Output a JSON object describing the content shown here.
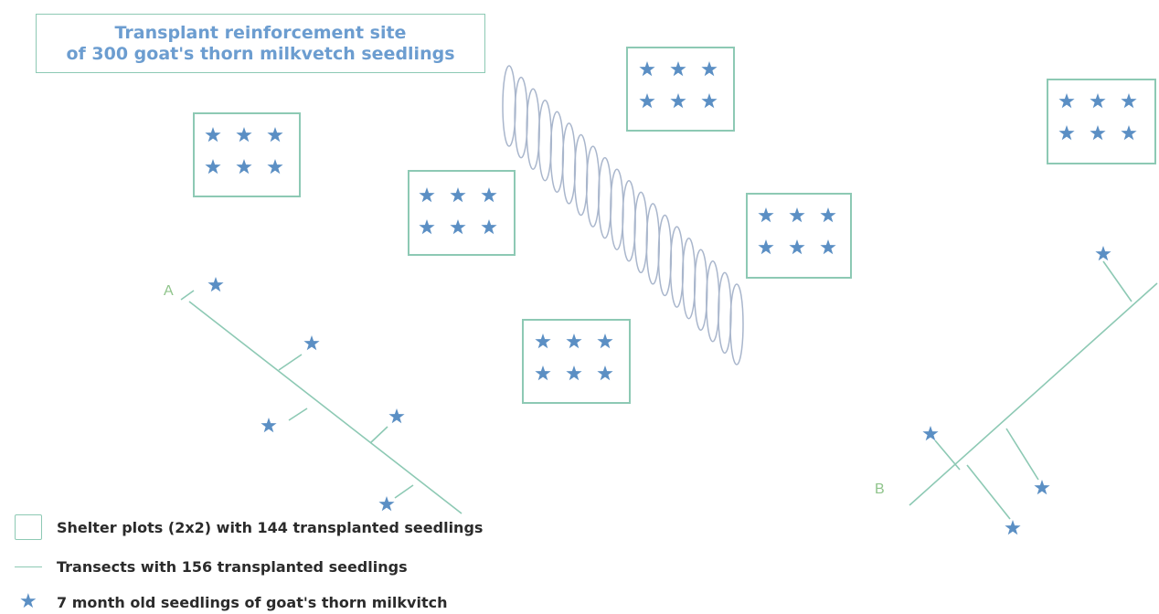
{
  "title": {
    "line1": "Transplant reinforcement site",
    "line2": "of 300 goat's thorn milkvetch seedlings"
  },
  "transects": [
    {
      "label": "A"
    },
    {
      "label": "B"
    }
  ],
  "legend": {
    "plots": "Shelter plots (2x2) with 144 transplanted seedlings",
    "transects": "Transects with 156 transplanted seedlings",
    "seedlings": "7 month old seedlings of goat's thorn milkvitch"
  },
  "colors": {
    "plot_border": "#8dc9b4",
    "seedling": "#5b8fc4",
    "title_text": "#6c9dd0",
    "label_text": "#8fc48b",
    "ellipse": "#a9b6cc"
  },
  "icons": {
    "seedling": "star-icon"
  }
}
